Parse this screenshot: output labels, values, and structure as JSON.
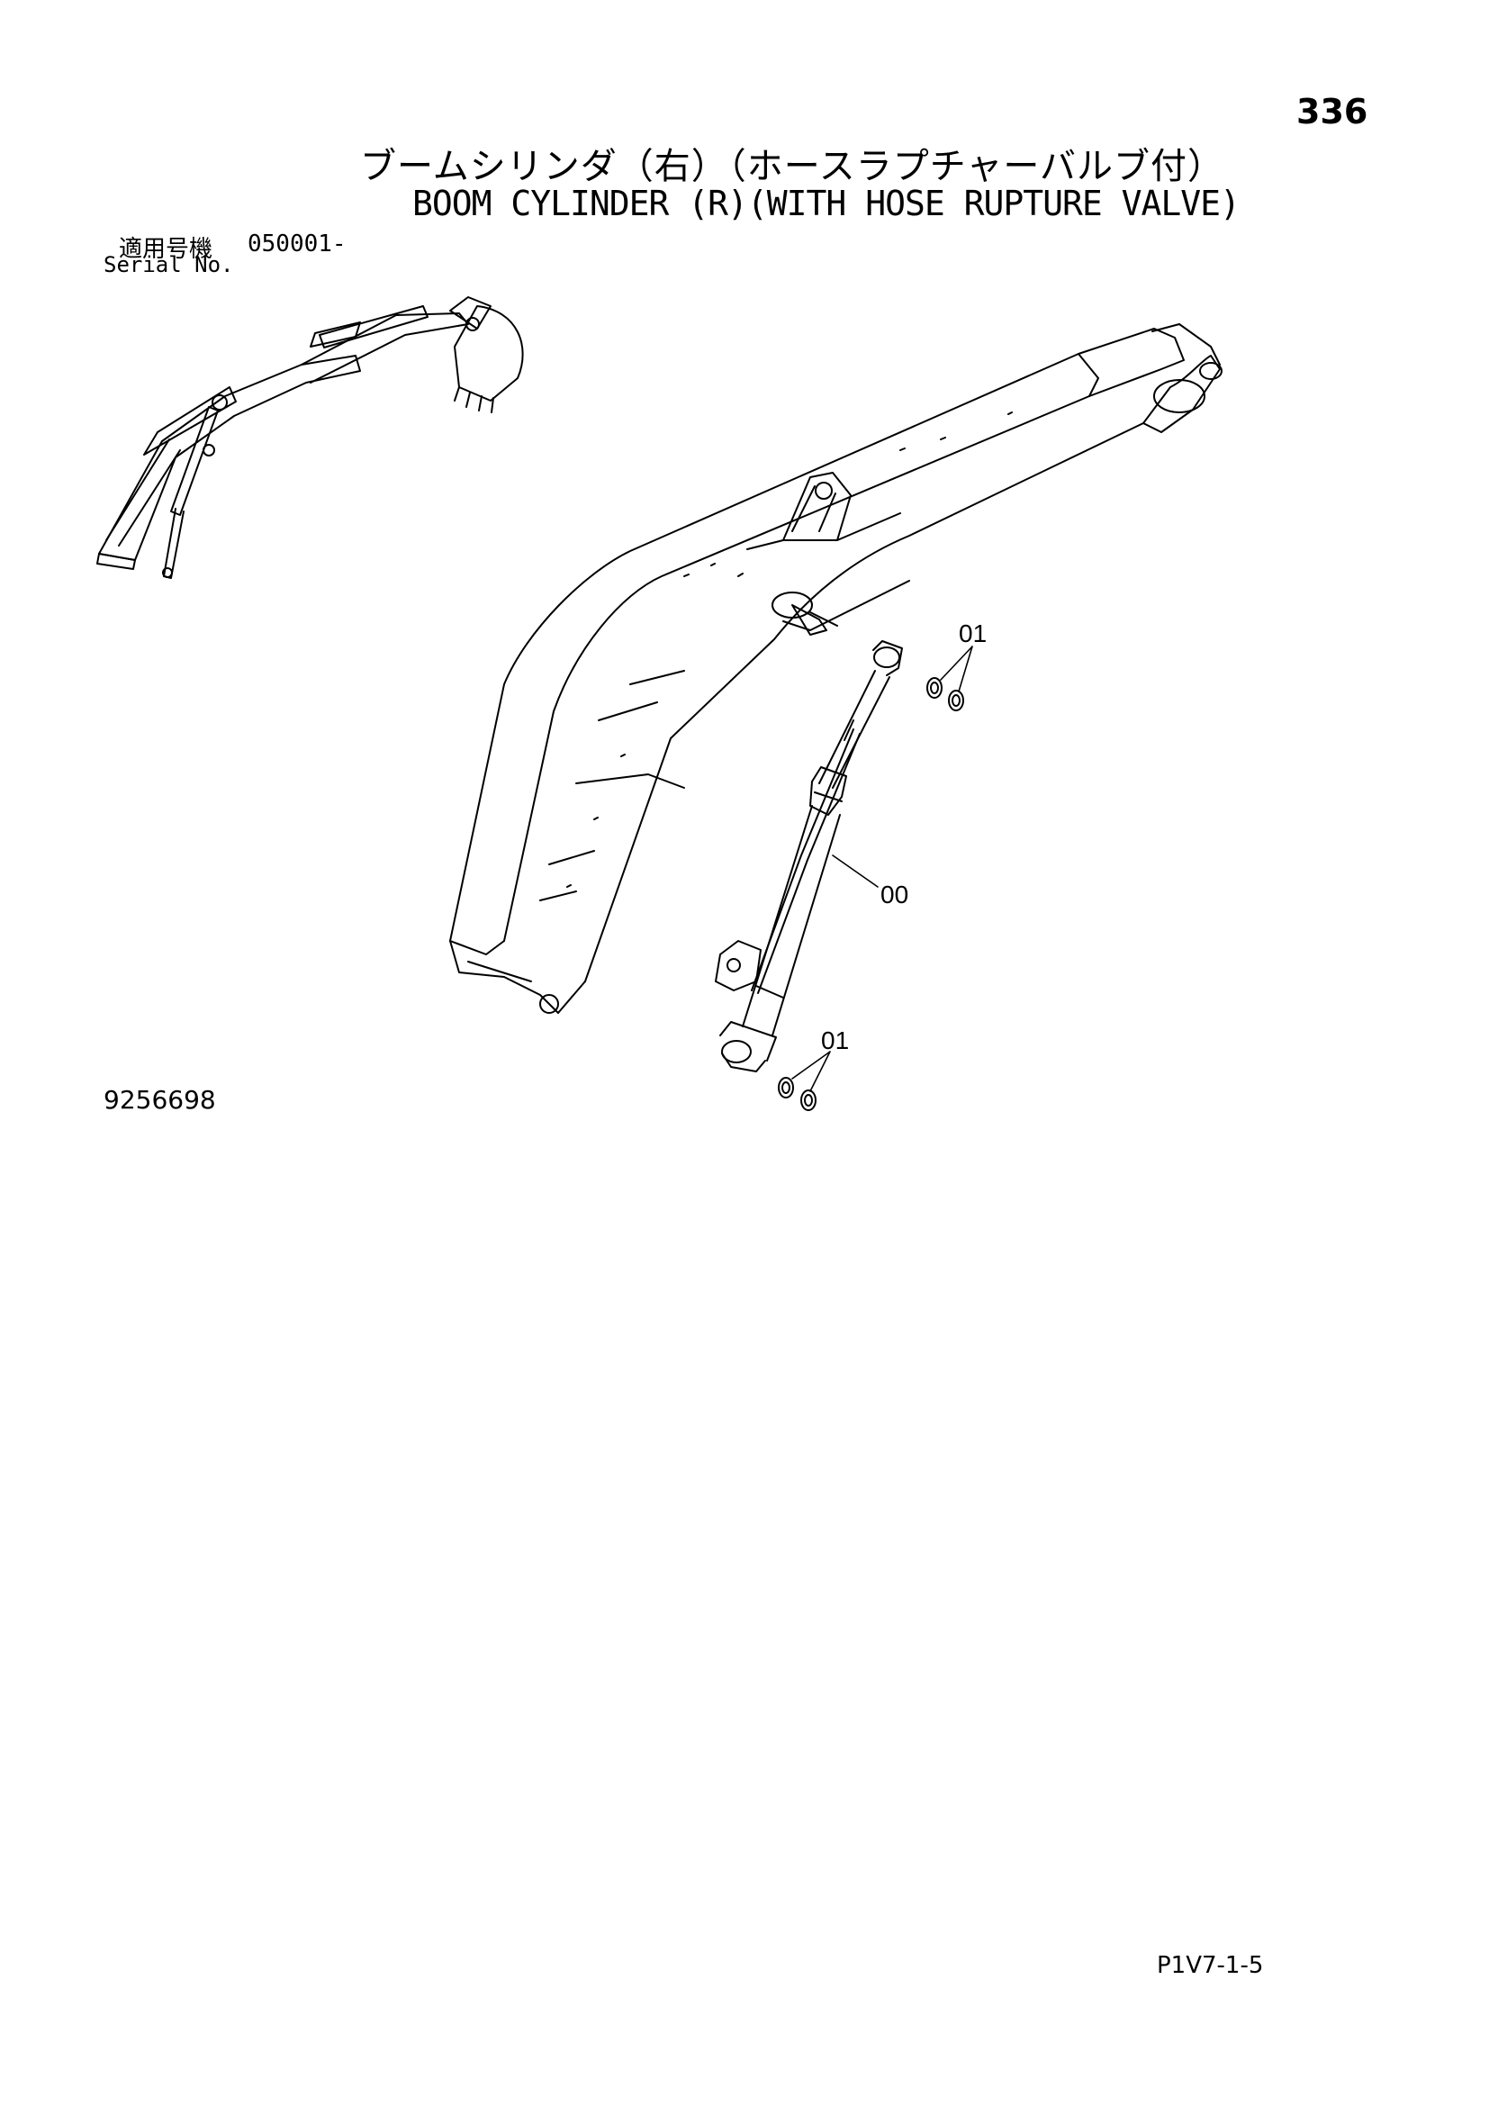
{
  "page_number": "336",
  "title_jp": "ブームシリンダ（右）（ホースラプチャーバルブ付）",
  "title_en": "BOOM CYLINDER (R)(WITH HOSE RUPTURE VALVE)",
  "serial": {
    "label_jp": "適用号機",
    "range": "050001-",
    "label_en": "Serial No."
  },
  "callouts": {
    "top": "01",
    "middle": "00",
    "bottom": "01"
  },
  "figure_number": "9256698",
  "page_code": "P1V7-1-5"
}
